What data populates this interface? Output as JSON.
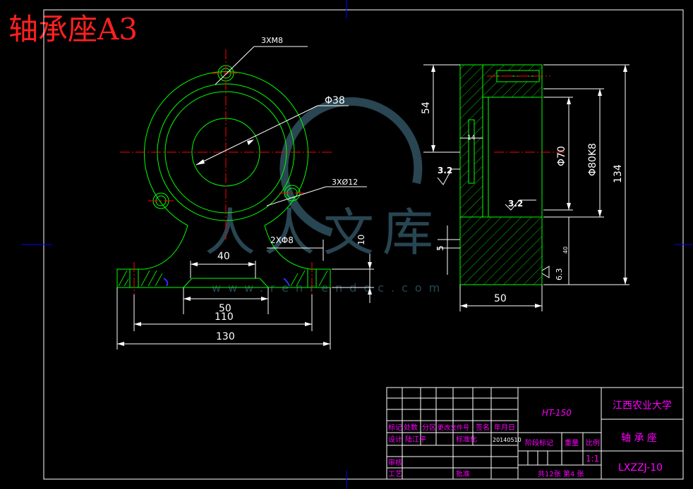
{
  "title": "轴承座A3",
  "colors": {
    "background": "#000000",
    "part": "#00ff00",
    "dimension": "#ffffff",
    "centerline": "#ff0000",
    "frame": "#ffffff",
    "tick": "#0000ff",
    "titleblock_text": "#ff00ff",
    "blue_arc": "#3030ff"
  },
  "labels": {
    "holes_m8": "3XM8",
    "dia_38": "Φ38",
    "holes_12": "3XØ12",
    "base_holes_8": "2XΦ8",
    "dim_40": "40",
    "dim_10": "10",
    "dim_50_front": "50",
    "dim_110": "110",
    "dim_130": "130",
    "dim_54": "54",
    "dim_14": "14",
    "rough_32_left": "3.2",
    "rough_32_right": "3.2",
    "dim_5": "5",
    "dim_40_side": "40",
    "rough_63": "6.3",
    "dia_70": "Φ70",
    "dia_80k8": "Φ80K8",
    "dim_134": "134",
    "dim_50_side": "50"
  },
  "watermark": {
    "text": "人人文库",
    "url": "www.renrendoc.com"
  },
  "titleblock": {
    "material": "HT-150",
    "school": "江西农业大学",
    "part_name": "轴 承 座",
    "drawing_no": "LXZZJ-10",
    "headers": [
      "标记",
      "处数",
      "分区",
      "更改文件号",
      "签名",
      "年月日"
    ],
    "design_label": "设计",
    "designer": "陆江平",
    "standard_label": "标准化",
    "date": "20140510",
    "stage_label": "阶段标记",
    "weight_label": "重量",
    "scale_label": "比例",
    "scale": "1:1",
    "check_label": "审核",
    "process_label": "工艺",
    "approve_label": "批准",
    "sheets": "共12张  第4 张"
  }
}
